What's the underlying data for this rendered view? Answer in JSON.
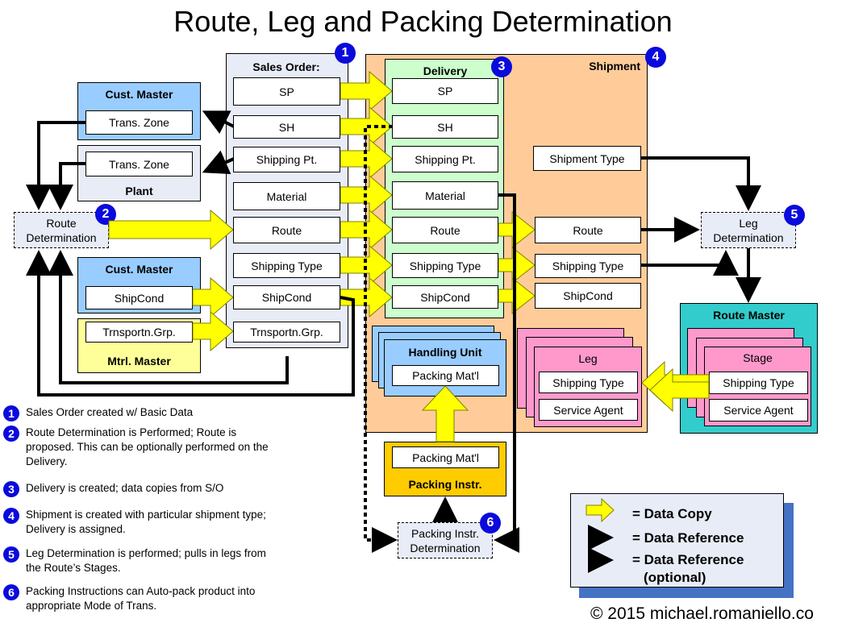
{
  "title": "Route, Leg and Packing Determination",
  "colors": {
    "badge": "#0a0adc",
    "data_copy_arrow": "#ffff00",
    "sales_order_bg": "#e8ecf6",
    "cust_master_bg": "#99ccff",
    "plant_bg": "#e8ecf6",
    "mtrl_master_bg": "#ffff99",
    "delivery_bg": "#ccffcc",
    "shipment_bg": "#ffcc99",
    "handling_unit_bg": "#99ccff",
    "packing_instr_bg": "#ffcc00",
    "leg_stage_bg": "#ff99cc",
    "route_master_bg": "#33cccc",
    "legend_shadow": "#4472c4"
  },
  "cust_master_top": {
    "title": "Cust. Master",
    "field": "Trans. Zone"
  },
  "plant": {
    "title": "Plant",
    "field": "Trans. Zone"
  },
  "route_determination": {
    "label_line1": "Route",
    "label_line2": "Determination",
    "badge": "2"
  },
  "cust_master_bottom": {
    "title": "Cust. Master",
    "field": "ShipCond"
  },
  "mtrl_master": {
    "title": "Mtrl. Master",
    "field": "Trnsportn.Grp."
  },
  "sales_order": {
    "title": "Sales Order:",
    "badge": "1",
    "fields": [
      "SP",
      "SH",
      "Shipping Pt.",
      "Material",
      "Route",
      "Shipping Type",
      "ShipCond",
      "Trnsportn.Grp."
    ]
  },
  "delivery": {
    "title": "Delivery",
    "badge": "3",
    "fields": [
      "SP",
      "SH",
      "Shipping Pt.",
      "Material",
      "Route",
      "Shipping Type",
      "ShipCond"
    ]
  },
  "shipment": {
    "title": "Shipment",
    "badge": "4",
    "fields": [
      "Shipment Type",
      "Route",
      "Shipping Type",
      "ShipCond"
    ]
  },
  "leg_determination": {
    "label_line1": "Leg",
    "label_line2": "Determination",
    "badge": "5"
  },
  "route_master": {
    "title": "Route Master",
    "stage_title": "Stage",
    "fields": [
      "Shipping Type",
      "Service Agent"
    ]
  },
  "leg": {
    "title": "Leg",
    "fields": [
      "Shipping Type",
      "Service Agent"
    ]
  },
  "handling_unit": {
    "title": "Handling Unit",
    "field": "Packing Mat'l"
  },
  "packing_instr": {
    "title": "Packing Instr.",
    "field": "Packing Mat'l"
  },
  "packing_determination": {
    "label_line1": "Packing Instr.",
    "label_line2": "Determination",
    "badge": "6"
  },
  "notes": [
    {
      "n": "1",
      "text": "Sales Order created w/ Basic Data"
    },
    {
      "n": "2",
      "text": "Route Determination is Performed; Route is proposed.  This can be optionally performed on the Delivery."
    },
    {
      "n": "3",
      "text": "Delivery is created; data copies from S/O"
    },
    {
      "n": "4",
      "text": "Shipment is created with particular shipment type; Delivery is assigned."
    },
    {
      "n": "5",
      "text": "Leg Determination is performed; pulls in legs from the Route’s Stages."
    },
    {
      "n": "6",
      "text": "Packing Instructions can Auto-pack product into appropriate Mode of Trans."
    }
  ],
  "legend": {
    "items": [
      {
        "icon": "data-copy-arrow-icon",
        "label": "= Data Copy"
      },
      {
        "icon": "data-reference-arrow-icon",
        "label": "= Data Reference"
      },
      {
        "icon": "data-reference-optional-arrow-icon",
        "label": "= Data Reference"
      }
    ],
    "optional_suffix": "(optional)"
  },
  "copyright": "© 2015 michael.romaniello.co"
}
